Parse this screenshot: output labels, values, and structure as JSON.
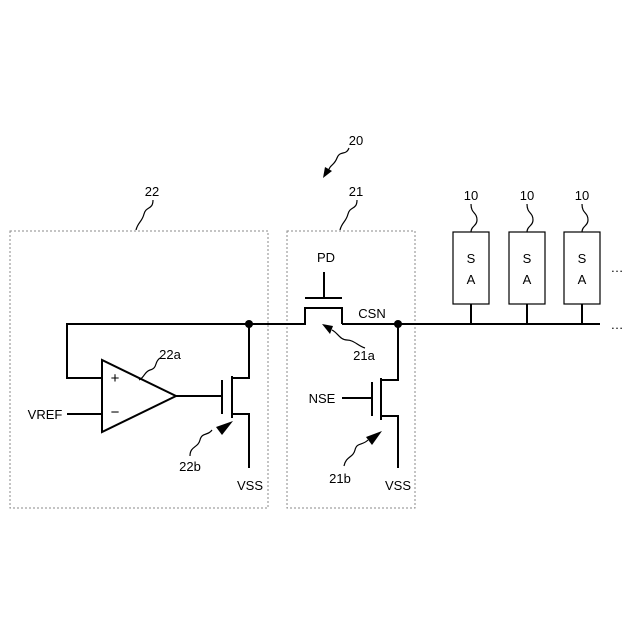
{
  "diagram": {
    "label_20": "20",
    "label_22": "22",
    "label_21": "21",
    "label_10": "10",
    "label_22a": "22a",
    "label_21a": "21a",
    "label_22b": "22b",
    "label_21b": "21b",
    "pd": "PD",
    "csn": "CSN",
    "nse": "NSE",
    "vref": "VREF",
    "vss": "VSS",
    "plus": "+",
    "minus": "−",
    "sa_s": "S",
    "sa_a": "A",
    "ellipsis": "…"
  }
}
